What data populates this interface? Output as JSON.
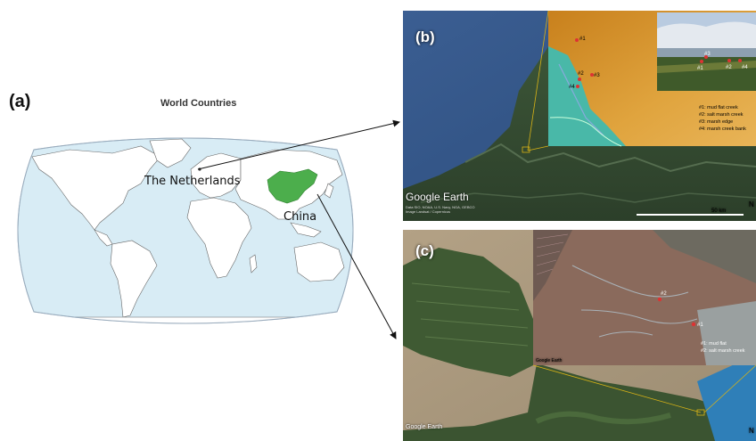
{
  "panel_a": {
    "label": "(a)",
    "title": "World Countries",
    "countries": {
      "netherlands": "The Netherlands",
      "china": "China"
    }
  },
  "panel_b": {
    "label": "(b)",
    "google_logo": "Google Earth",
    "attribution_lines": [
      "Data SIO, NOAA, U.S. Navy, NGA, GEBCO",
      "Image Landsat / Copernicus"
    ],
    "scale_label": "50 km",
    "north_label": "N",
    "inset_markers": [
      "#1",
      "#2",
      "#3",
      "#4"
    ],
    "photo_markers": [
      "#3",
      "#1",
      "#2",
      "#4"
    ],
    "legend": [
      "#1: mud flat creek",
      "#2: salt marsh creek",
      "#3: marsh edge",
      "#4: marsh creek bank"
    ]
  },
  "panel_c": {
    "label": "(c)",
    "google_logo": "Google Earth",
    "inset_logo": "Google Earth",
    "north_label": "N",
    "inset_markers": [
      "#2",
      "#1"
    ],
    "legend": [
      "#1: mud flat",
      "#2: salt marsh creek"
    ]
  },
  "colors": {
    "ocean": "#d8ecf5",
    "land": "#ffffff",
    "highlight_country": "#4cae4c",
    "leader_line": "#d9b316"
  }
}
